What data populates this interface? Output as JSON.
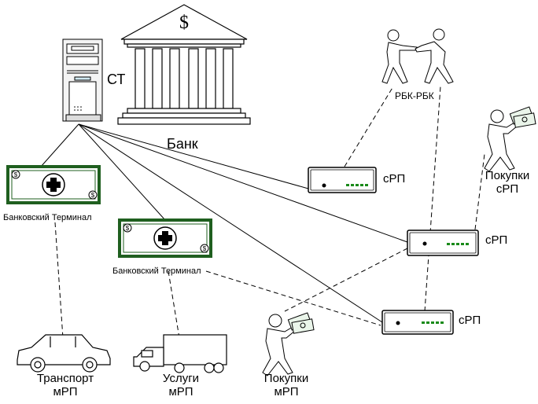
{
  "labels": {
    "st": "СТ",
    "bank": "Банк",
    "dollar": "$",
    "rbk": "РБК-РБК",
    "srp1": "сРП",
    "srp2": "сРП",
    "srp3": "сРП",
    "purchases_srp_line1": "Покупки",
    "purchases_srp_line2": "сРП",
    "terminal1": "Банковский Терминал",
    "terminal2": "Банковский Терминал",
    "transport_line1": "Транспорт",
    "transport_line2": "мРП",
    "services_line1": "Услуги",
    "services_line2": "мРП",
    "purchases_mrp_line1": "Покупки",
    "purchases_mrp_line2": "мРП"
  },
  "colors": {
    "terminal_border": "#1f5f1f",
    "stroke": "#000000",
    "led": "#1a8a1a"
  },
  "icons": {
    "server": "server-tower-icon",
    "bank": "bank-building-icon",
    "handshake": "handshake-icon",
    "shopper": "shopper-with-money-icon",
    "car": "car-icon",
    "truck": "truck-icon",
    "banknote": "banknote-terminal-icon",
    "device": "payment-device-icon"
  }
}
